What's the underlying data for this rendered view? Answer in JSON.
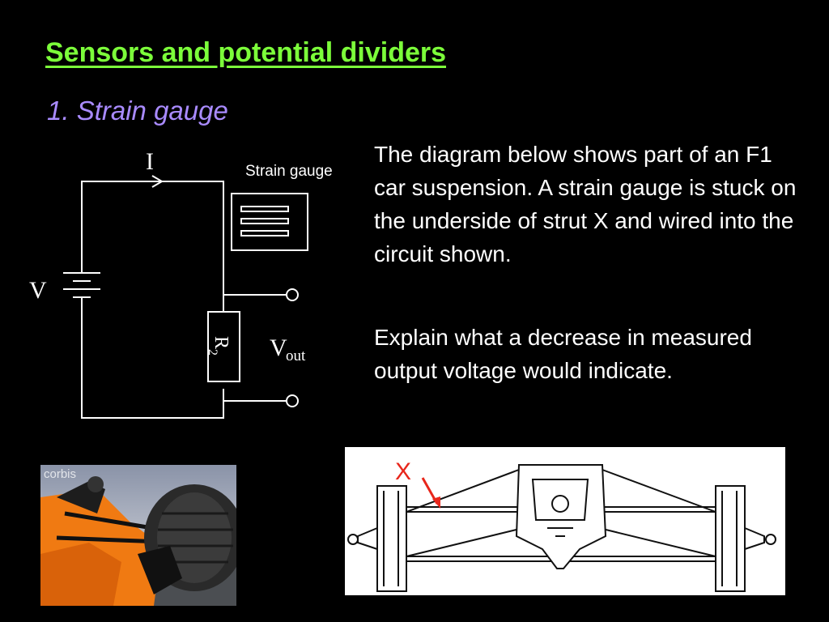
{
  "slide": {
    "title": "Sensors and potential dividers",
    "subtitle": "1. Strain gauge",
    "paragraph_1": "The diagram below shows part of an F1 car suspension. A strain gauge is stuck on the underside of strut X and wired into the circuit shown.",
    "paragraph_2": "Explain what a decrease in measured output voltage would indicate."
  },
  "circuit": {
    "current_label": "I",
    "voltage_label": "V",
    "gauge_label": "Strain gauge",
    "resistor_label": "R",
    "resistor_subscript": "2",
    "vout_label": "V",
    "vout_subscript": "out"
  },
  "photo": {
    "watermark": "corbis"
  },
  "suspension": {
    "strut_label": "X",
    "arrow_color": "#e8261b"
  },
  "colors": {
    "title": "#7cff3a",
    "subtitle": "#a98bff",
    "background": "#000000"
  }
}
